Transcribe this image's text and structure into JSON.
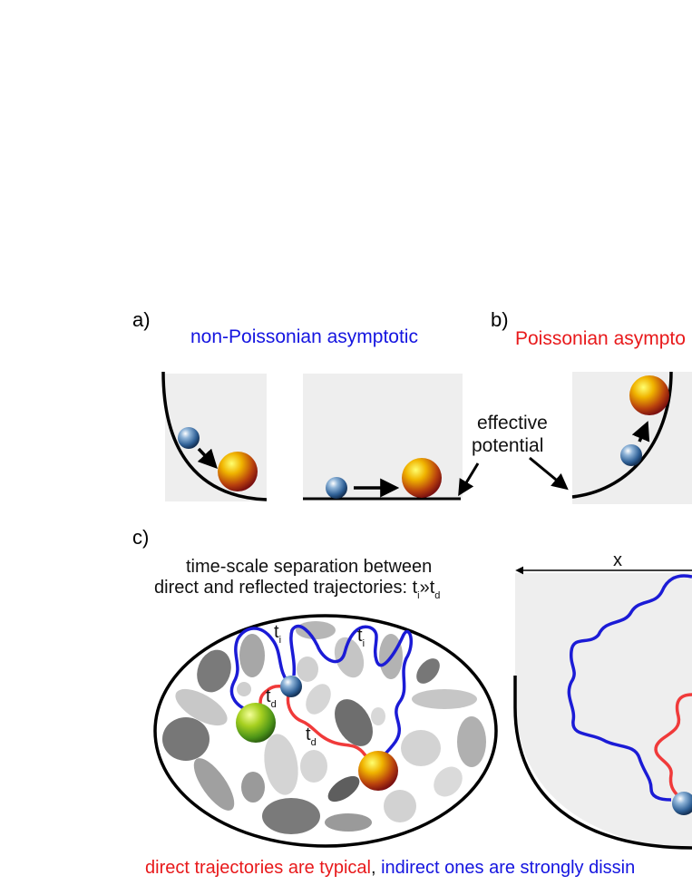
{
  "panels": {
    "a": {
      "letter": "a)",
      "heading": "non-Poissonian asymptotic",
      "heading_color": "#1515e0"
    },
    "b": {
      "letter": "b)",
      "heading": "Poissonian asympto",
      "heading_color": "#e8191b",
      "potential_label_line1": "effective",
      "potential_label_line2": "potential"
    },
    "c": {
      "letter": "c)",
      "caption_line1": "time-scale separation between",
      "caption_line2_prefix": "direct and reflected trajectories: t",
      "caption_line2_sub1": "i",
      "caption_line2_mid": "»t",
      "caption_line2_sub2": "d",
      "trajectory_labels": {
        "t_main": "t",
        "sub_i": "i",
        "sub_d": "d"
      },
      "axis_label": "x"
    }
  },
  "footer": {
    "red_part": "direct trajectories are typical",
    "separator": ",",
    "blue_part": "indirect ones are strongly dissin"
  },
  "colors": {
    "direct_trajectory": "#f03a3a",
    "indirect_trajectory": "#1b1bd6",
    "potential_fill": "#eeeeee",
    "obstacle_dark": "#6e6e6e",
    "obstacle_light": "#c8c8c8"
  }
}
